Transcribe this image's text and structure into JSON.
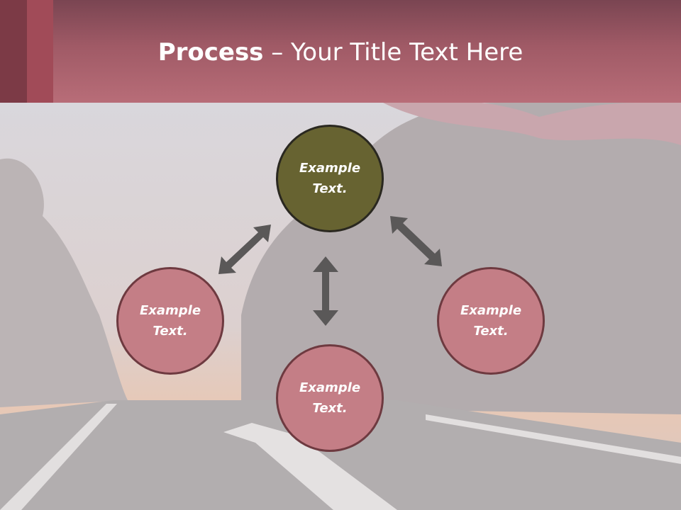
{
  "title": {
    "bold": "Process",
    "rest": " – Your Title Text Here"
  },
  "nodes": {
    "top": "Example Text.",
    "left": "Example Text.",
    "right": "Example Text.",
    "bottom": "Example Text."
  },
  "colors": {
    "header": "#b86d78",
    "node_fill": "#c47e86",
    "center_fill": "#676331",
    "arrow": "#555555"
  }
}
